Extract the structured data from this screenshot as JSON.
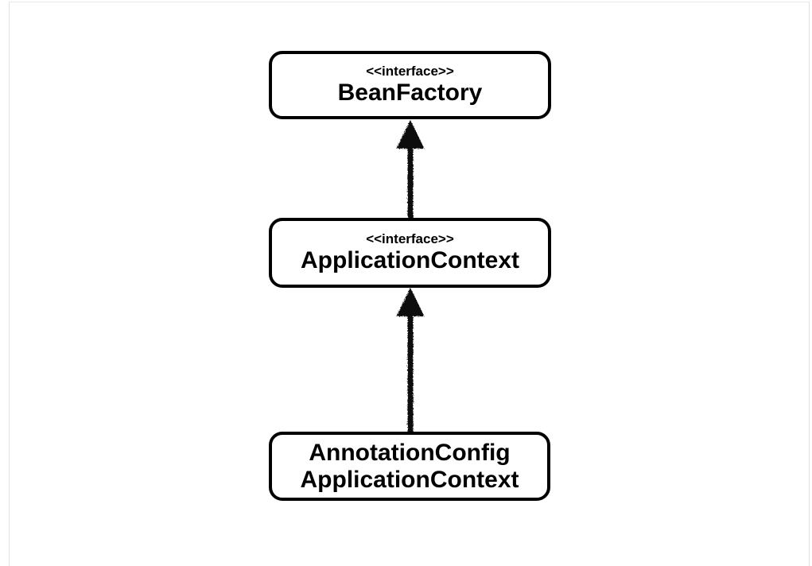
{
  "page": {
    "background_color": "#ffffff",
    "frame_color": "#e2e2e2"
  },
  "diagram": {
    "type": "uml-class-inheritance-hierarchy",
    "colors": {
      "box_border": "#000000",
      "box_fill": "#ffffff",
      "text": "#000000",
      "arrow": "#111111"
    },
    "nodes": [
      {
        "id": "bean-factory",
        "stereotype": "<<interface>>",
        "name": "BeanFactory"
      },
      {
        "id": "application-context",
        "stereotype": "<<interface>>",
        "name": "ApplicationContext"
      },
      {
        "id": "annotation-config-application-context",
        "stereotype": "",
        "name": "AnnotationConfig\nApplicationContext"
      }
    ],
    "edges": [
      {
        "from": "application-context",
        "to": "bean-factory",
        "type": "inheritance",
        "style": "sketchy-solid-arrow-up"
      },
      {
        "from": "annotation-config-application-context",
        "to": "application-context",
        "type": "inheritance",
        "style": "sketchy-solid-arrow-up"
      }
    ]
  }
}
